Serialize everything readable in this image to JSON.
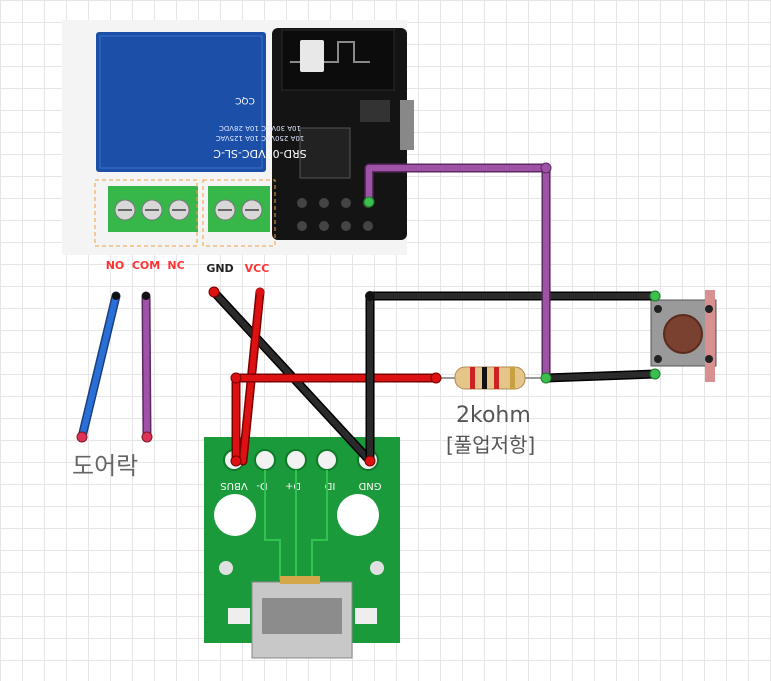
{
  "relay_module": {
    "relay_line1": "SRD-03VDC-SL-C",
    "relay_line2": "10A 250VAC  10A 125VAC",
    "relay_line3": "10A 30VDC  10A 28VDC",
    "relay_brand": "CQC",
    "terminal_labels": {
      "no": "NO",
      "com": "COM",
      "nc": "NC",
      "gnd": "GND",
      "vcc": "VCC"
    }
  },
  "usb_board": {
    "pins": {
      "vbus": "VBUS",
      "dminus": "D-",
      "dplus": "D+",
      "id": "ID",
      "gnd": "GND"
    }
  },
  "resistor": {
    "value": "2kohm",
    "note": "[풀업저항]"
  },
  "door_lock": {
    "label": "도어락"
  },
  "colors": {
    "wire_red": "#cc0000",
    "wire_black": "#1a1a1a",
    "wire_purple": "#a052a8",
    "wire_blue": "#2a6fd6",
    "relay_blue": "#1c4fa8",
    "pcb_green": "#1a9a3a",
    "terminal_green": "#37b64a"
  }
}
